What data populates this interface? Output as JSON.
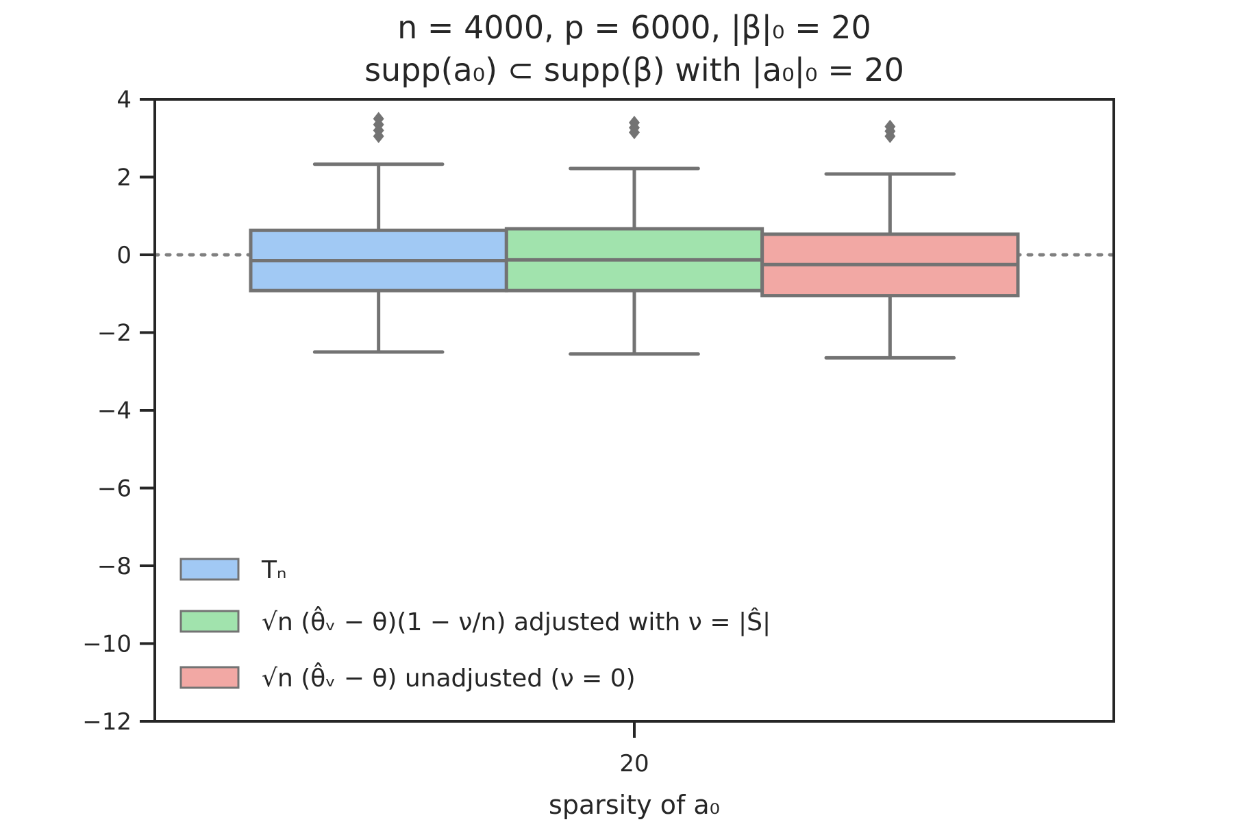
{
  "chart_data": {
    "type": "box",
    "title_line1": "n = 4000, p = 6000, |β|₀ = 20",
    "title_line2": "supp(a₀) ⊂ supp(β) with |a₀|₀ = 20",
    "xlabel": "sparsity of a₀",
    "ylabel": "",
    "categories": [
      "20"
    ],
    "ylim": [
      -12,
      4
    ],
    "yticks": [
      4,
      2,
      0,
      -2,
      -4,
      -6,
      -8,
      -10,
      -12
    ],
    "ytick_labels": [
      "4",
      "2",
      "0",
      "−2",
      "−4",
      "−6",
      "−8",
      "−10",
      "−12"
    ],
    "reference_line": 0,
    "legend_position": "lower-left",
    "series": [
      {
        "name": "Tₙ",
        "color": "#a1c9f4",
        "whisker_low": -2.5,
        "q1": -0.92,
        "median": -0.15,
        "q3": 0.63,
        "whisker_high": 2.33,
        "outliers": [
          3.05,
          3.2,
          3.35,
          3.5
        ]
      },
      {
        "name": "√n (θ̂ᵥ − θ)(1 − ν/n) adjusted with ν = |Ŝ|",
        "color": "#a1e3ad",
        "whisker_low": -2.55,
        "q1": -0.92,
        "median": -0.13,
        "q3": 0.67,
        "whisker_high": 2.22,
        "outliers": [
          3.15,
          3.27,
          3.4
        ]
      },
      {
        "name": "√n (θ̂ᵥ − θ) unadjusted (ν = 0)",
        "color": "#f2a8a4",
        "whisker_low": -2.65,
        "q1": -1.05,
        "median": -0.25,
        "q3": 0.53,
        "whisker_high": 2.08,
        "outliers": [
          3.05,
          3.18,
          3.3
        ]
      }
    ]
  }
}
